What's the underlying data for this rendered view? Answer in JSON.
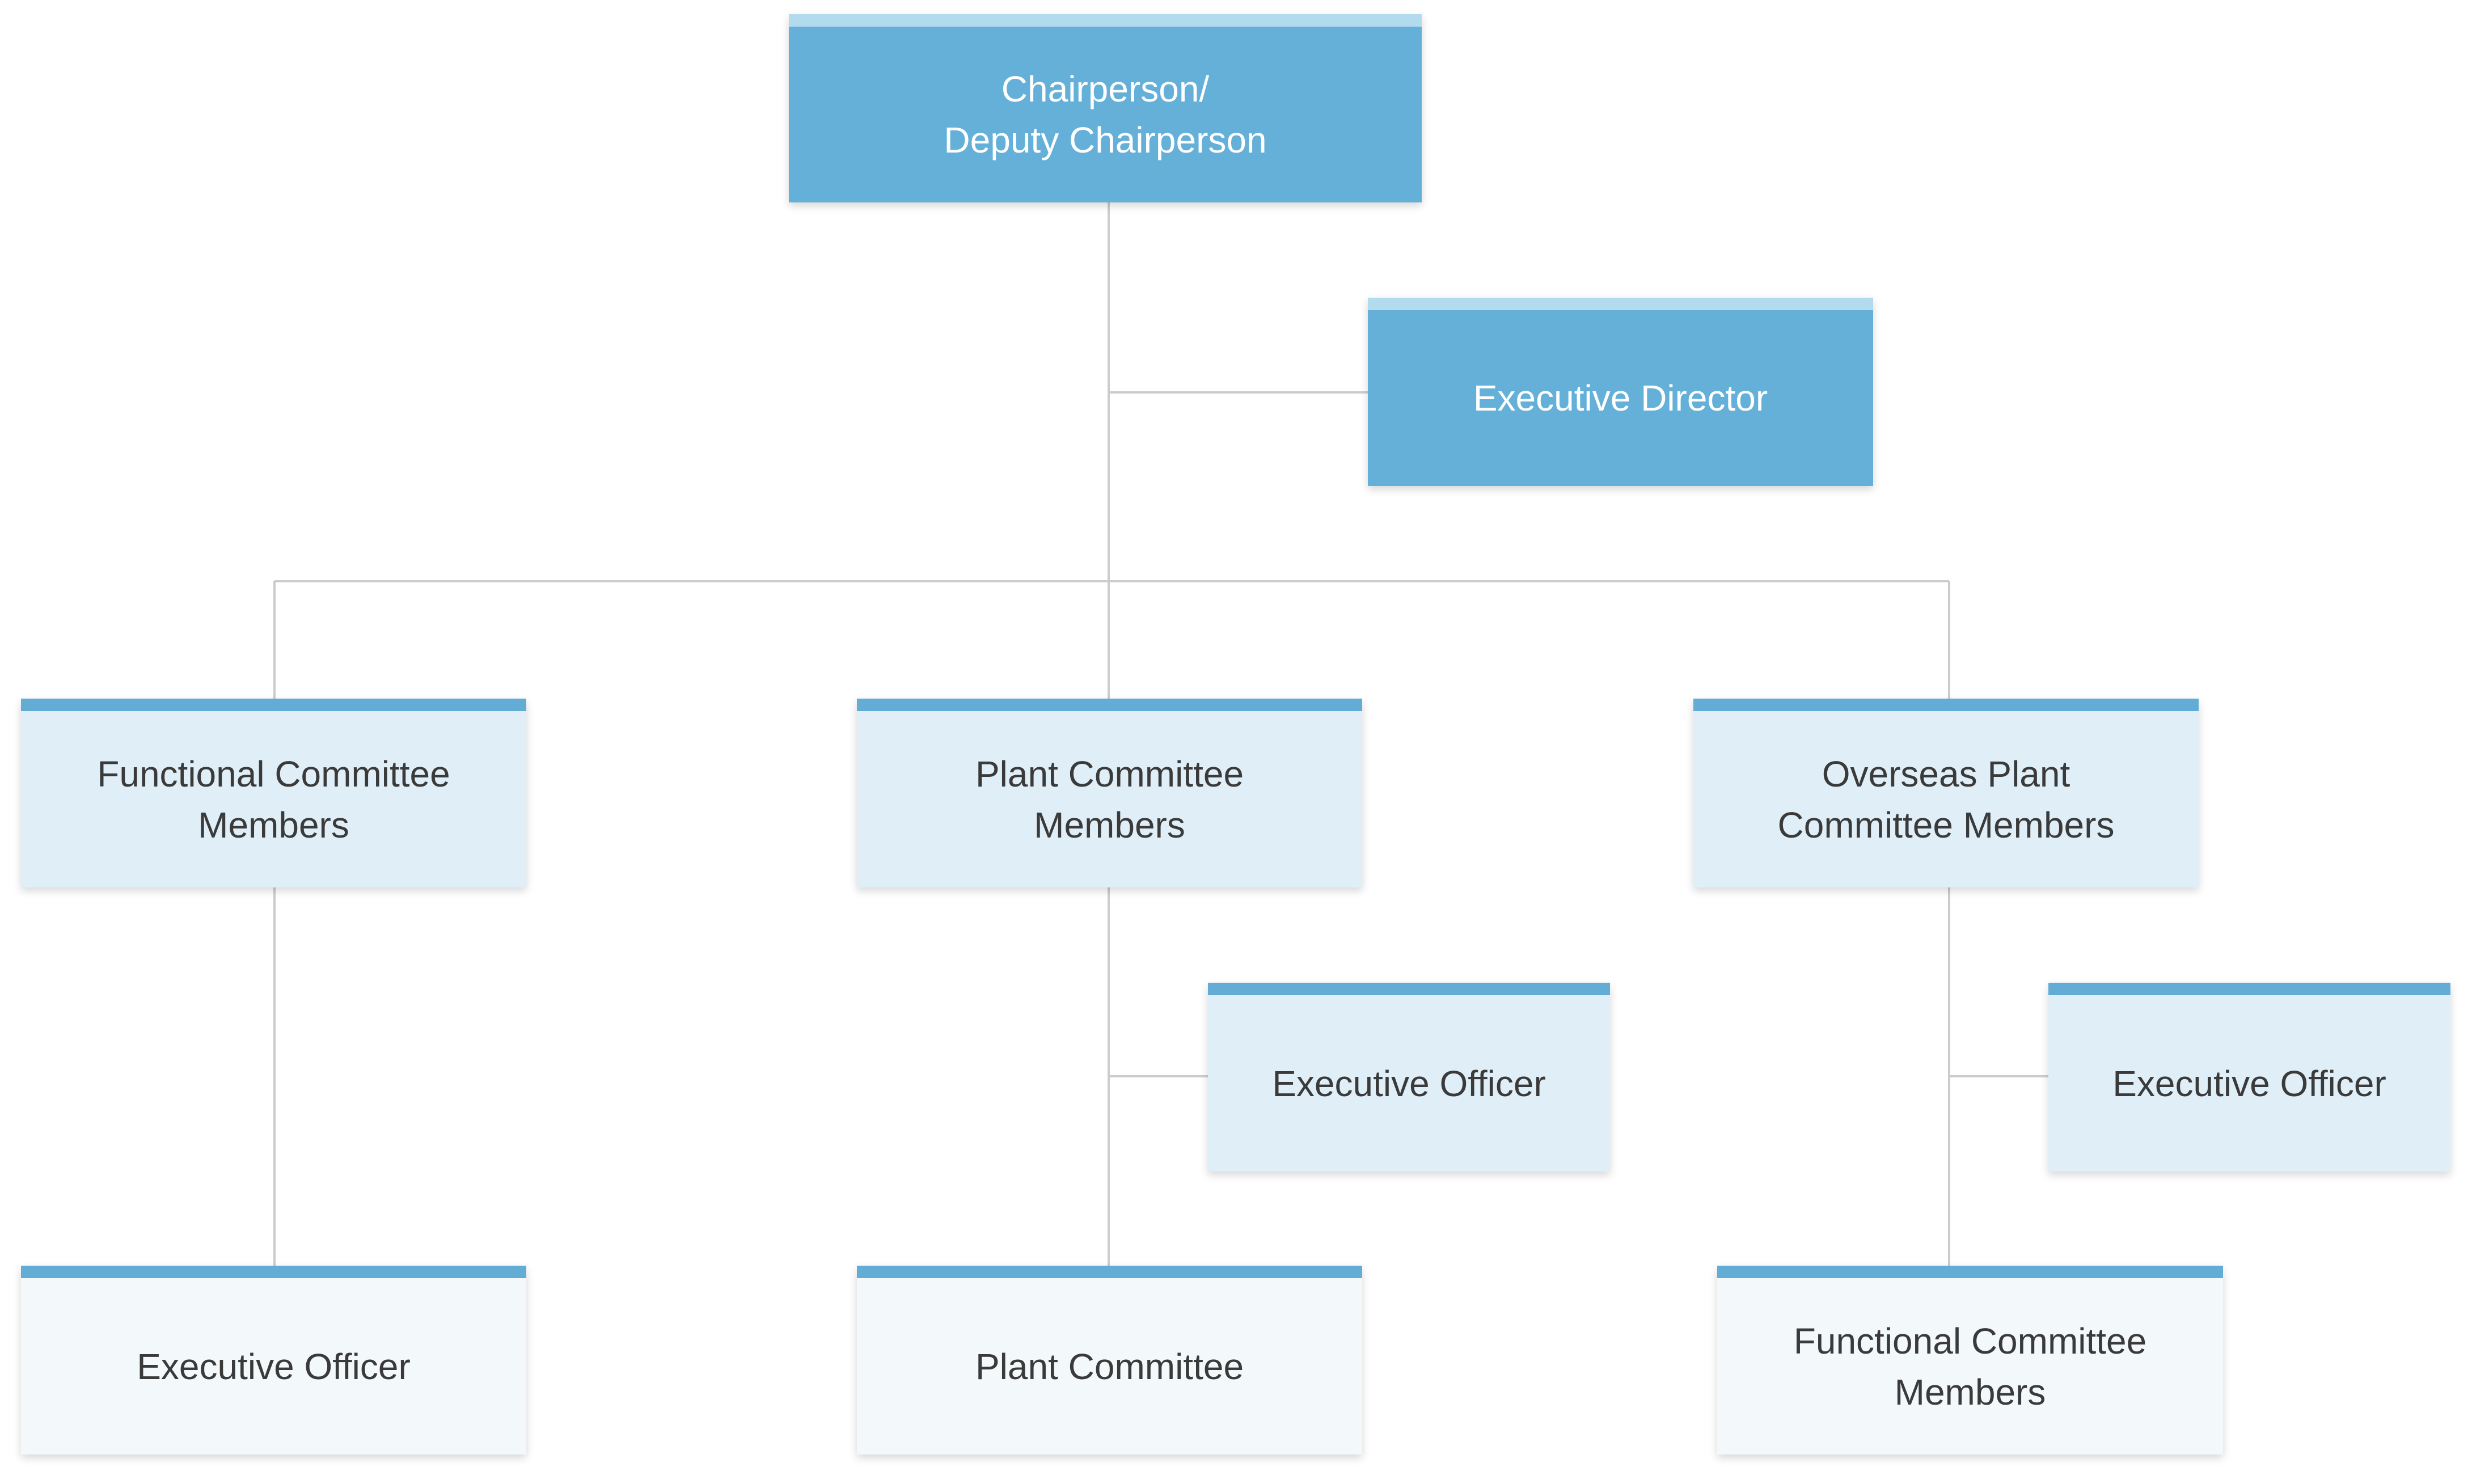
{
  "nodes": {
    "chairperson": "Chairperson/\nDeputy Chairperson",
    "executive_director": "Executive Director",
    "functional_committee_members": "Functional Committee\nMembers",
    "plant_committee_members": "Plant Committee\nMembers",
    "overseas_plant_committee_members": "Overseas Plant\nCommittee Members",
    "executive_officer_left": "Executive Officer",
    "plant_committee": "Plant Committee",
    "functional_committee_members_right": "Functional Committee\nMembers",
    "executive_officer_plant": "Executive Officer",
    "executive_officer_overseas": "Executive Officer"
  },
  "colors": {
    "top_fill": "#64b0d9",
    "top_accent": "#b3dbee",
    "mid_fill": "#dfeef7",
    "low_fill": "#f3f8fb",
    "accent": "#63acd6",
    "connector": "#cccccc",
    "text_dark": "#3a3a3a",
    "text_light": "#ffffff"
  }
}
